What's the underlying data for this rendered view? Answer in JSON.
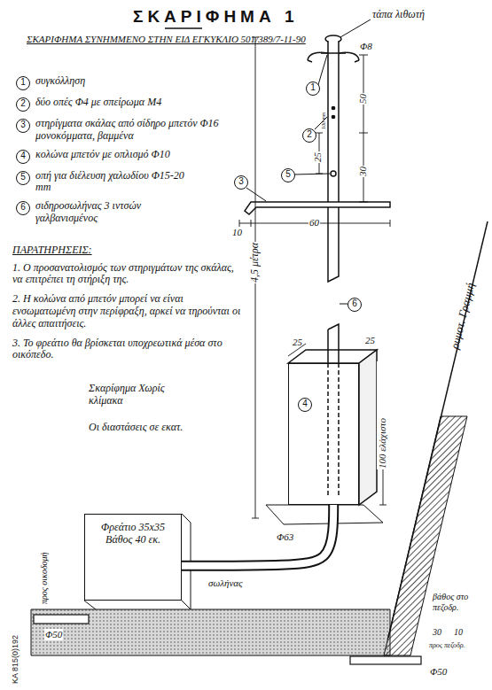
{
  "diagram": {
    "title": "ΣΚΑΡΙΦΗΜΑ 1",
    "nodes": [
      {
        "text": [
          "4"
        ]
      },
      {
        "text": [
          "Φρεάτιο 35x35 Βάθος 40 εκ."
        ]
      }
    ],
    "edges": [
      {
        "from": 1,
        "to": 0,
        "arrow": "none"
      }
    ],
    "labels": [
      "ΣΚΑΡΙΦΗΜΑ ΣΥΝΗΜΜΕΝΟ ΣΤΗΝ ΕΙΔ ΕΓΚΥΚΛΙΟ 501/389/7-11-90",
      "τάπα λιθωτή",
      "Φ8",
      "1",
      "συγκόλληση",
      "2",
      "δύο οπές Φ4 με σπείρωμα Μ4",
      "3",
      "στηρίγματα σκάλας από σίδηρο μπετόν Φ16 μονοκόμματα, βαμμένα",
      "4",
      "κολώνα μπετόν με οπλισμό Φ10",
      "5",
      "οπή για διέλευση χαλωδίου Φ15-20 mm",
      "6",
      "σιδηροσωλήνας 3 ιντσών γαλβανισμένος",
      "ΠΑΡΑΤΗΡΗΣΕΙΣ:",
      "1. Ο προσανατολισμός των στηριγμάτων της σκάλας, να επιτρέπει τη στήριξη της.",
      "2. Η κολώνα από μπετόν μπορεί να είναι ενσωματωμένη στην περίφραξη, αρκεί να τηρούνται οι άλλες απαιτήσεις.",
      "3. Το φρεάτιο θα βρίσκεται υποχρεωτικά μέσα στο οικόπεδο.",
      "Σκαρίφημα Χωρίς κλίμακα",
      "Οι διαστάσεις σε εκατ.",
      "1",
      "2",
      "100 mm",
      "5",
      "3",
      "50",
      "25",
      "30",
      "10",
      "60",
      "6",
      "4,5 μέτρα",
      "25",
      "25",
      "100 ελάχιστο",
      "ρυμοτ. Γραμμή",
      "Φ63",
      "σωλήνας",
      "προς οικοδομή",
      "ΚΑ 815(0)192",
      "Φ50",
      "προς πεζοδρ.",
      "βάθος στο πεζοδρ.",
      "30",
      "10",
      "Φ50"
    ]
  }
}
